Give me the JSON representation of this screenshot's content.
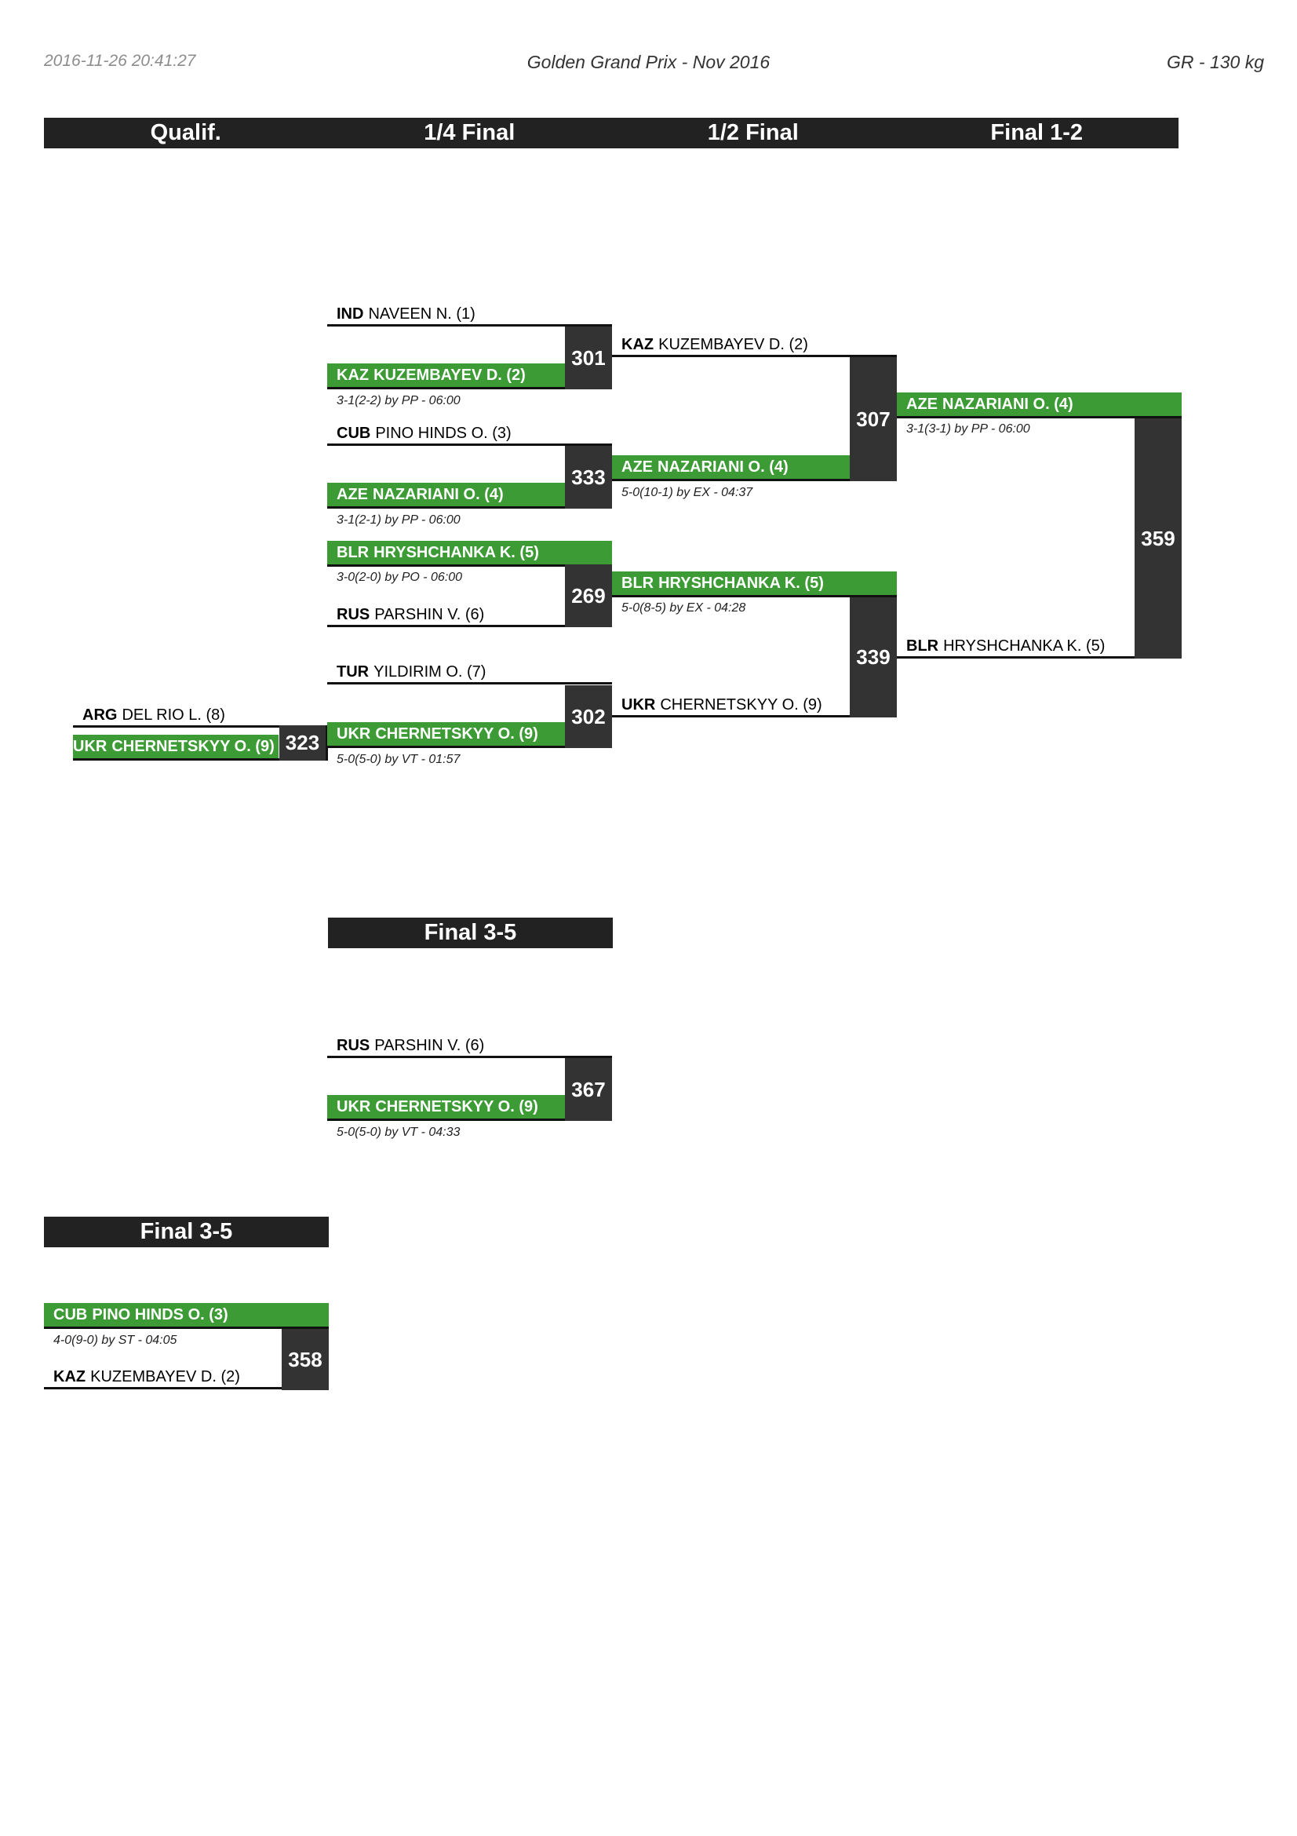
{
  "header": {
    "timestamp": "2016-11-26 20:41:27",
    "event": "Golden Grand Prix - Nov 2016",
    "category": "GR - 130 kg"
  },
  "rounds": [
    "Qualif.",
    "1/4 Final",
    "1/2 Final",
    "Final 1-2"
  ],
  "repechage_title": "Final 3-5",
  "colors": {
    "winner": "#3c9b35",
    "bout_box": "#333333",
    "header": "#222222"
  },
  "main": {
    "q_arg": {
      "cc": "ARG",
      "name": "DEL RIO L. (8)"
    },
    "q_ukr": {
      "cc": "UKR",
      "name": "CHERNETSKYY O. (9)"
    },
    "b323": {
      "num": "323"
    },
    "qf_ind": {
      "cc": "IND",
      "name": "NAVEEN N. (1)"
    },
    "qf_kaz": {
      "cc": "KAZ",
      "name": "KUZEMBAYEV D. (2)"
    },
    "b301": {
      "num": "301",
      "result": "3-1(2-2) by PP - 06:00"
    },
    "qf_cub": {
      "cc": "CUB",
      "name": "PINO HINDS O. (3)"
    },
    "qf_aze": {
      "cc": "AZE",
      "name": "NAZARIANI O. (4)"
    },
    "b333": {
      "num": "333",
      "result": "3-1(2-1) by PP - 06:00"
    },
    "qf_blr": {
      "cc": "BLR",
      "name": "HRYSHCHANKA K. (5)"
    },
    "qf_rus": {
      "cc": "RUS",
      "name": "PARSHIN V. (6)"
    },
    "b269": {
      "num": "269",
      "result": "3-0(2-0) by PO - 06:00"
    },
    "qf_tur": {
      "cc": "TUR",
      "name": "YILDIRIM O. (7)"
    },
    "qf_ukr": {
      "cc": "UKR",
      "name": "CHERNETSKYY O. (9)"
    },
    "b302": {
      "num": "302",
      "result": "5-0(5-0) by VT - 01:57"
    },
    "sf_kaz": {
      "cc": "KAZ",
      "name": "KUZEMBAYEV D. (2)"
    },
    "sf_aze": {
      "cc": "AZE",
      "name": "NAZARIANI O. (4)"
    },
    "b307": {
      "num": "307",
      "result": "5-0(10-1) by EX - 04:37"
    },
    "sf_blr": {
      "cc": "BLR",
      "name": "HRYSHCHANKA K. (5)"
    },
    "sf_ukr": {
      "cc": "UKR",
      "name": "CHERNETSKYY O. (9)"
    },
    "b339": {
      "num": "339",
      "result": "5-0(8-5) by EX - 04:28"
    },
    "f_aze": {
      "cc": "AZE",
      "name": "NAZARIANI O. (4)"
    },
    "f_blr": {
      "cc": "BLR",
      "name": "HRYSHCHANKA K. (5)"
    },
    "b359": {
      "num": "359",
      "result": "3-1(3-1) by PP - 06:00"
    }
  },
  "rep1": {
    "rus": {
      "cc": "RUS",
      "name": "PARSHIN V. (6)"
    },
    "ukr": {
      "cc": "UKR",
      "name": "CHERNETSKYY O. (9)"
    },
    "b367": {
      "num": "367",
      "result": "5-0(5-0) by VT - 04:33"
    }
  },
  "rep2": {
    "cub": {
      "cc": "CUB",
      "name": "PINO HINDS O. (3)"
    },
    "kaz": {
      "cc": "KAZ",
      "name": "KUZEMBAYEV D. (2)"
    },
    "b358": {
      "num": "358",
      "result": "4-0(9-0) by ST - 04:05"
    }
  }
}
